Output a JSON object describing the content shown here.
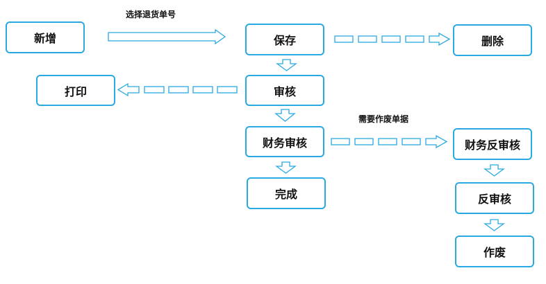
{
  "nodes": {
    "add": "新增",
    "save": "保存",
    "delete": "删除",
    "print": "打印",
    "audit": "审核",
    "finance_audit": "财务审核",
    "finance_unaudit": "财务反审核",
    "complete": "完成",
    "unaudit": "反审核",
    "void": "作废"
  },
  "edge_labels": {
    "add_to_save": "选择退货单号",
    "finance_to_unaudit": "需要作废单据"
  },
  "colors": {
    "accent": "#29a9e1"
  }
}
